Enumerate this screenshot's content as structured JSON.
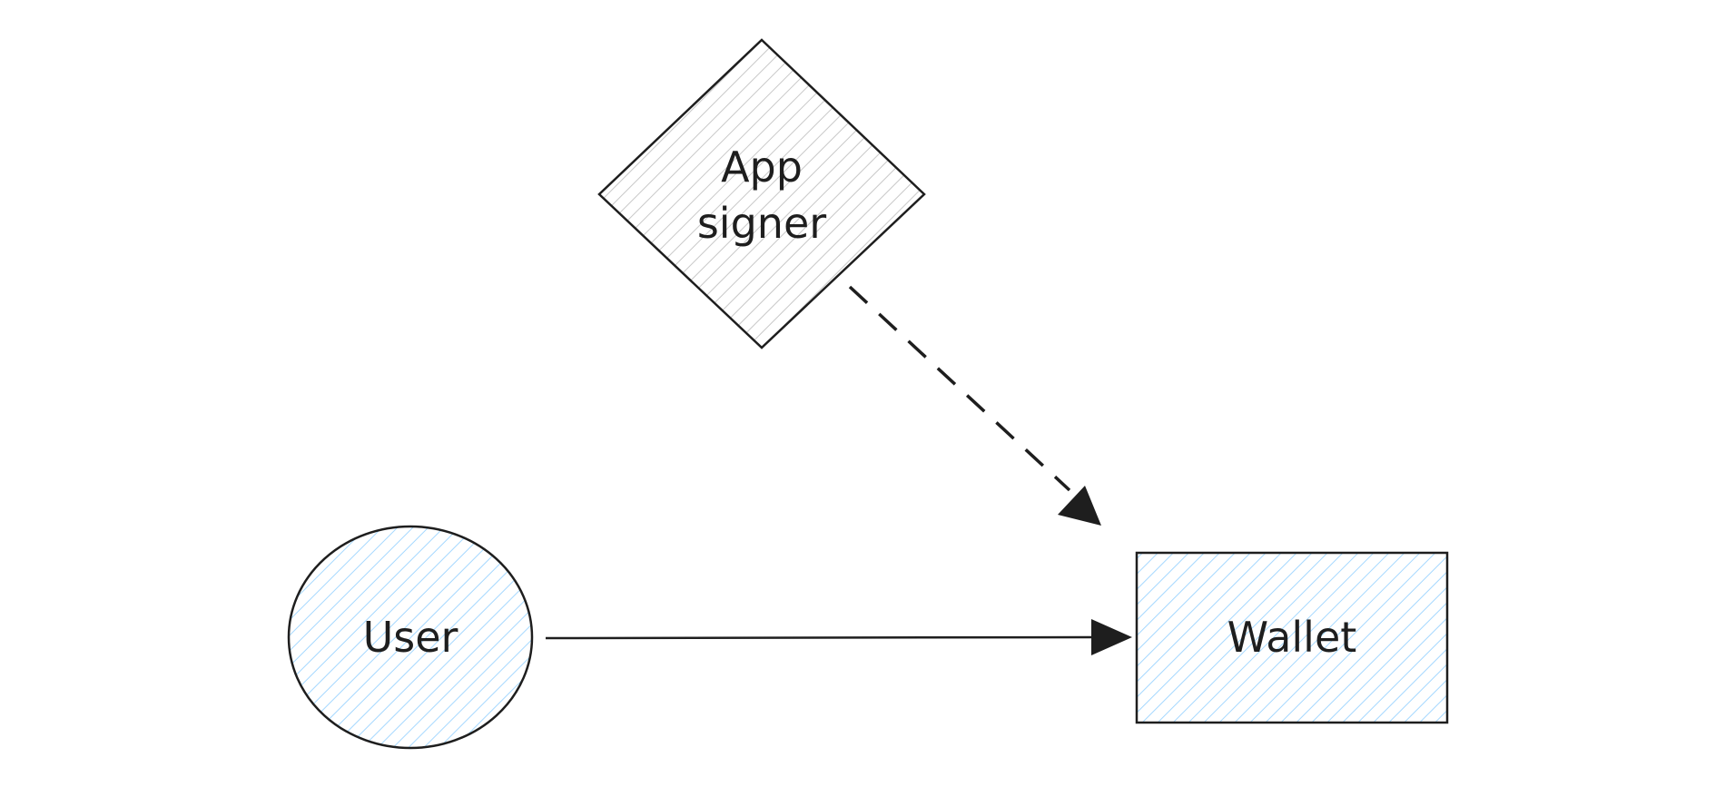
{
  "nodes": {
    "app_signer": {
      "label_line1": "App",
      "label_line2": "signer",
      "shape": "diamond",
      "fill_pattern": "gray-hatch"
    },
    "user": {
      "label": "User",
      "shape": "ellipse",
      "fill_pattern": "blue-hatch"
    },
    "wallet": {
      "label": "Wallet",
      "shape": "rectangle",
      "fill_pattern": "blue-hatch"
    }
  },
  "edges": [
    {
      "from": "app_signer",
      "to": "wallet",
      "style": "dashed"
    },
    {
      "from": "user",
      "to": "wallet",
      "style": "solid"
    }
  ],
  "colors": {
    "stroke": "#1e1e1e",
    "hatch_blue": "#a5d8ff",
    "hatch_gray": "#c8c8c8",
    "text": "#1e1e1e"
  }
}
